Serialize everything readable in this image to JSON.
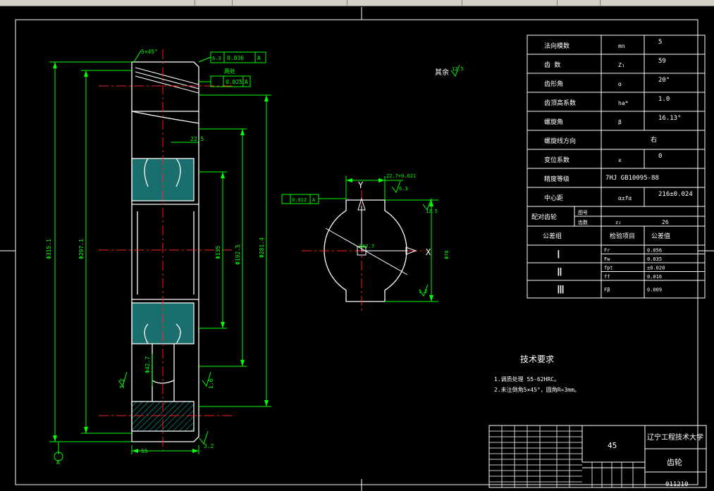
{
  "colors": {
    "background": "#000000",
    "outline": "#ffffff",
    "center": "#ff2020",
    "dimension": "#00ff00",
    "hatch": "#00c8c8",
    "arrow": "#ffffff"
  },
  "gear_view": {
    "chamfer": "5×45°",
    "tol_runout": "0.036",
    "tol_runout_datum": "A",
    "tol_note": "两处",
    "tol_flat": "0.025",
    "tol_flat_datum": "A",
    "roughness_top": "6.3",
    "dim_web": "22.5",
    "dim_od": "Φ315.1",
    "dim_root": "Φ297.1",
    "dim_hub": "Φ135",
    "dim_ring1": "Φ192.5",
    "dim_ring2": "Φ281.4",
    "dim_hole": "Φ42.7",
    "dim_width": "55",
    "roughness_left": "3.2",
    "roughness_right": "1.6",
    "roughness_bottom": "3.2",
    "datum": "A"
  },
  "roughness_other": {
    "label": "其余",
    "value": "12.5"
  },
  "hub_view": {
    "axis_y": "Y",
    "axis_x": "X",
    "keyway": "22.7+0.021",
    "radius_label": "R67.7",
    "tol_sym": "0.012",
    "tol_sym_datum": "A",
    "rough_keyway": "6.3",
    "rough_bore": "12.5",
    "rough_low": "3.2",
    "dim_bore": "Φ78"
  },
  "params": {
    "rows": [
      {
        "label": "法向模数",
        "sym": "mn",
        "val": "5"
      },
      {
        "label": "齿  数",
        "sym": "Z₁",
        "val": "59"
      },
      {
        "label": "齿形角",
        "sym": "α",
        "val": "20°"
      },
      {
        "label": "齿顶高系数",
        "sym": "ha*",
        "val": "1.0"
      },
      {
        "label": "螺旋角",
        "sym": "β",
        "val": "16.13°"
      },
      {
        "label": "螺旋线方向",
        "sym": "",
        "val": "右"
      },
      {
        "label": "变位系数",
        "sym": "x",
        "val": "0"
      },
      {
        "label": "精度等级",
        "sym": "",
        "val": "7HJ GB10095-88"
      },
      {
        "label": "中心距",
        "sym": "α±fα",
        "val": "216±0.024"
      }
    ],
    "mating_label": "配对齿轮",
    "mating_sub1": "图号",
    "mating_sub2": "齿数",
    "mating_sym": "z₂",
    "mating_val": "26",
    "group_label": "公差组",
    "item_label": "检验项目",
    "tol_label": "公差值",
    "groups": [
      {
        "name": "Ⅰ",
        "items": [
          {
            "sym": "Fr",
            "val": "0.056"
          },
          {
            "sym": "Fw",
            "val": "0.035"
          }
        ]
      },
      {
        "name": "Ⅱ",
        "items": [
          {
            "sym": "fpt",
            "val": "±0.020"
          },
          {
            "sym": "ff",
            "val": "0.016"
          }
        ]
      },
      {
        "name": "Ⅲ",
        "items": [
          {
            "sym": "Fβ",
            "val": "0.009"
          }
        ]
      }
    ]
  },
  "tech": {
    "title": "技术要求",
    "line1": "1.调质处理 55-62HRC。",
    "line2": "2.未注倒角5×45°，圆角R=3mm。"
  },
  "title_block": {
    "material": "45",
    "school": "辽宁工程技术大学",
    "part_name": "齿轮",
    "drawing_no": "011210"
  }
}
